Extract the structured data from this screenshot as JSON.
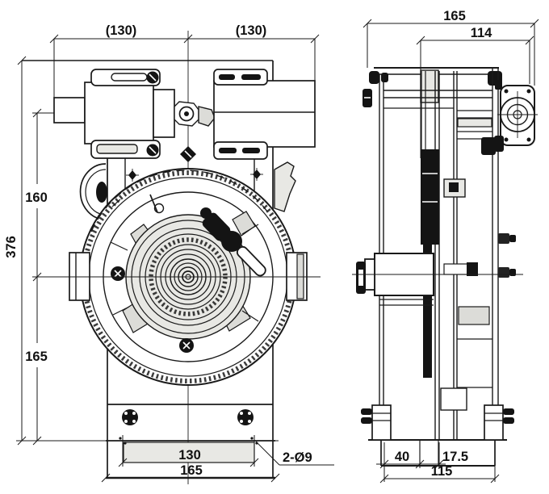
{
  "front_view": {
    "dim_width_left": "(130)",
    "dim_width_right": "(130)",
    "dim_height_total": "376",
    "dim_height_upper": "160",
    "dim_height_lower": "165",
    "dim_base_slot": "130",
    "dim_base_width": "165",
    "dim_holes": "2-Ø9"
  },
  "side_view": {
    "dim_depth_total": "165",
    "dim_depth_frame": "114",
    "dim_foot_left": "40",
    "dim_foot_center": "17.5",
    "dim_base_depth": "115"
  },
  "style": {
    "line_color": "#1a1a1a",
    "background": "#ffffff",
    "shade_grey": "#e8e8e4"
  }
}
